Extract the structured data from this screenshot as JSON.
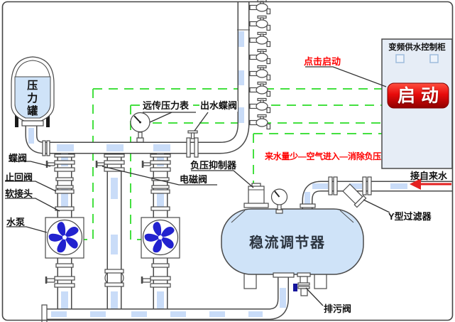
{
  "diagram": {
    "labels": {
      "pressure_tank": "压力罐",
      "butterfly_valve": "蝶阀",
      "check_valve": "止回阀",
      "flexible_joint": "软接头",
      "water_pump": "水泵",
      "remote_pressure_gauge": "远传压力表",
      "outlet_butterfly_valve": "出水蝶阀",
      "negative_pressure_suppressor": "负压抑制器",
      "solenoid_valve": "电磁阀",
      "flow_regulator_tank": "稳流调节器",
      "y_strainer": "Y型过滤器",
      "drain_valve": "排污阀",
      "water_inlet": "接自来水"
    },
    "annotations": {
      "click_to_start": "点击启动",
      "process_note": "来水量少—空气进入—消除负压"
    },
    "cabinet": {
      "title": "变频供水控制柜",
      "start_button": "启动"
    },
    "colors": {
      "signal_line_green": "#44e040",
      "alert_red": "#ff0000",
      "water_blue": "#c9dcf8",
      "tank_fill_blue": "#cfe3f8",
      "button_red": "#e80b0b",
      "impeller_blue": "#2222cf"
    }
  }
}
